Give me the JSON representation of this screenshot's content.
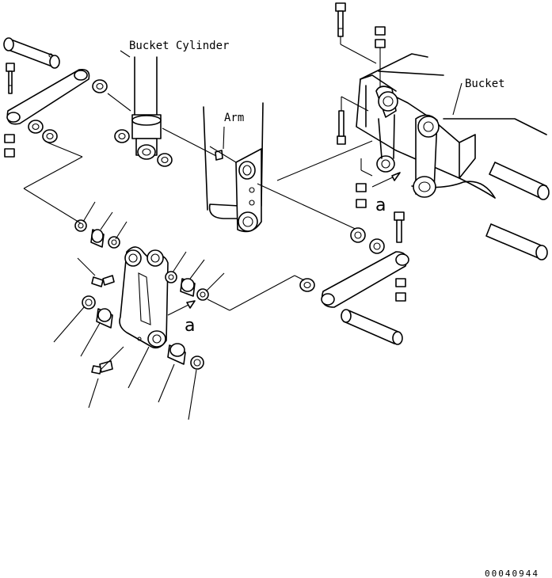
{
  "labels": {
    "bucket_cylinder": "Bucket Cylinder",
    "arm": "Arm",
    "bucket": "Bucket",
    "ref_a_left": "a",
    "ref_a_right": "a"
  },
  "drawing_code": "00040944"
}
